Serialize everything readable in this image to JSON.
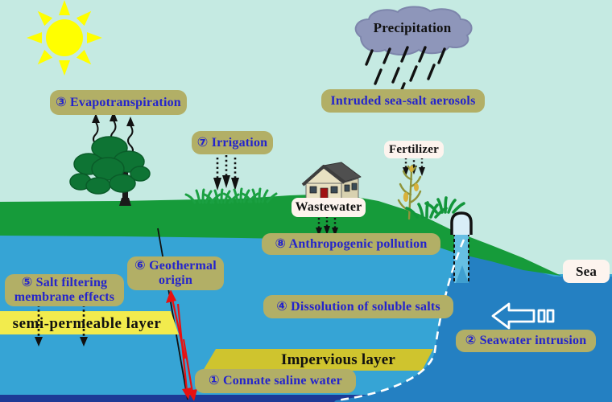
{
  "title": "Sources of groundwater salinity diagram",
  "labels": {
    "precipitation": "Precipitation",
    "aerosols": "Intruded sea-salt aerosols",
    "evapotranspiration": "③ Evapotranspiration",
    "irrigation": "⑦ Irrigation",
    "fertilizer": "Fertilizer",
    "wastewater": "Wastewater",
    "anthropogenic": "⑧ Anthropogenic pollution",
    "geothermal_line1": "⑥ Geothermal",
    "geothermal_line2": "origin",
    "salt_line1": "⑤ Salt filtering",
    "salt_line2": "membrane effects",
    "semi_permeable": "semi-permeable layer",
    "dissolution": "④ Dissolution of soluble salts",
    "impervious": "Impervious layer",
    "connate": "① Connate saline water",
    "seawater": "② Seawater intrusion",
    "sea": "Sea"
  },
  "colors": {
    "sky": "#c5eae2",
    "land_green": "#169b3a",
    "aquifer_blue": "#36a4d5",
    "sea_blue": "#2480c2",
    "deep_layer_navy": "#1d3a96",
    "label_khaki": "#b2af66",
    "label_text_blue": "#2424cb",
    "semi_permeable_yellow": "#f2eb4d",
    "impervious_yellow": "#cfc42e",
    "sun_yellow": "#ffff00",
    "cloud_gray": "#8e96ba",
    "arrow_red": "#e81010",
    "interface_dash": "#ffffff"
  }
}
